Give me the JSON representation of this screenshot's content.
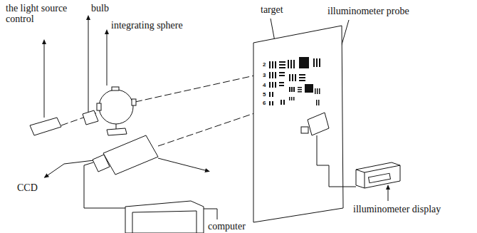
{
  "diagram": {
    "labels": [
      "the light source control",
      "bulb",
      "integrating sphere",
      "target",
      "illuminometer probe",
      "CCD",
      "computer",
      "illuminometer display",
      "2",
      "3",
      "4",
      "5",
      "6"
    ]
  }
}
